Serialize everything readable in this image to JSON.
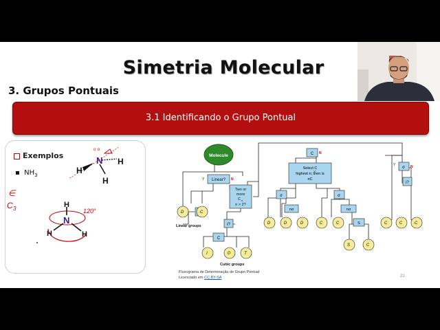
{
  "slide": {
    "title": "Simetria Molecular",
    "section": "3. Grupos Pontuais",
    "banner": "3.1 Identificando o Grupo Pontual",
    "examples_title": "Exemplos",
    "example_item": "NH",
    "example_sub": "3",
    "handwriting": [
      "∈",
      "C",
      "3",
      "120°"
    ],
    "atoms": {
      "n": "N",
      "h": "H"
    },
    "caption_line1": "Fluxograma de Determinação de Grupo Pontual",
    "caption_prefix": "Licenciado em ",
    "caption_link": "CC BY-SA",
    "page_number": "22"
  },
  "flowchart": {
    "molecule": "Molecule",
    "linear": "Linear?",
    "two_or_more": [
      "Two or",
      "more",
      "C",
      "n",
      "n > 2?"
    ],
    "i_q": "i?",
    "cn_q": "C",
    "select": [
      "Select C",
      "with",
      "highest n; then is",
      "nC",
      "⊥ C",
      "?"
    ],
    "sigma_h_q": "σ",
    "sigma_h_sub": "h",
    "nsigma_d_q": "nσ",
    "nsigma_v_q": "nσ",
    "s2n_q": "S",
    "Y": "Y",
    "N": "N",
    "linear_groups": "Linear groups",
    "cubic_groups": "Cubic groups",
    "leaves_linear": [
      [
        "D",
        "∞h"
      ],
      [
        "C",
        "∞v"
      ]
    ],
    "leaves_cubic": [
      [
        "I",
        "h"
      ],
      [
        "O",
        "h"
      ],
      [
        "T",
        "d"
      ]
    ],
    "leaves_d": [
      [
        "D",
        "nh"
      ],
      [
        "D",
        "nd"
      ],
      [
        "D",
        "n"
      ]
    ],
    "leaves_c": [
      [
        "C",
        "nh"
      ],
      [
        "C",
        "nv"
      ],
      [
        "S",
        "2n"
      ],
      [
        "C",
        "n"
      ]
    ],
    "leaves_low": [
      [
        "C",
        "s"
      ],
      [
        "C",
        "i"
      ],
      [
        "C",
        "1"
      ]
    ]
  }
}
